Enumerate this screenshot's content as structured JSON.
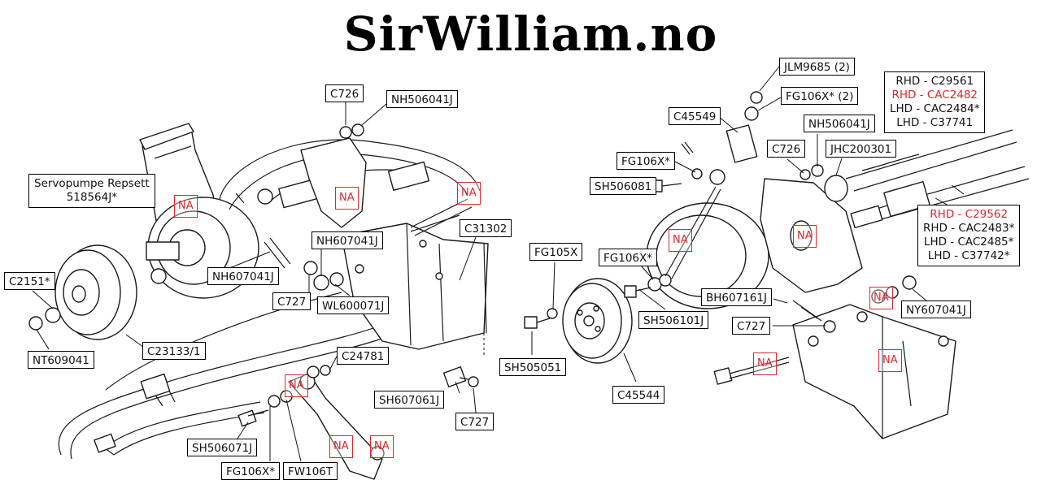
{
  "header": {
    "site_title": "SirWilliam.no"
  },
  "left_labels": {
    "servo": [
      "Servopumpe Repsett",
      "518564J*"
    ],
    "c726": "C726",
    "nh506041j": "NH506041J",
    "c2151": "C2151*",
    "nt609041": "NT609041",
    "c23133": "C23133/1",
    "nh607041j_a": "NH607041J",
    "nh607041j_b": "NH607041J",
    "c727_a": "C727",
    "wl600071j": "WL600071J",
    "c31302": "C31302",
    "c24781": "C24781",
    "sh506071j": "SH506071J",
    "fg106x_a": "FG106X*",
    "fw106t": "FW106T",
    "sh607061j": "SH607061J",
    "c727_b": "C727"
  },
  "right_labels": {
    "jlm9685": "JLM9685 (2)",
    "fg106x_b": "FG106X* (2)",
    "c45549": "C45549",
    "nh506041j_b": "NH506041J",
    "c726_b": "C726",
    "jhc200301": "JHC200301",
    "fg106x_c": "FG106X*",
    "sh506081": "SH506081",
    "fg105x": "FG105X",
    "fg106x_d": "FG106X*",
    "sh506101j": "SH506101J",
    "bh607161j": "BH607161J",
    "c727_c": "C727",
    "ny607041j": "NY607041J",
    "sh505051": "SH505051",
    "c45544": "C45544",
    "hose_top": [
      {
        "text": "RHD - C29561",
        "red": false
      },
      {
        "text": "RHD - CAC2482",
        "red": true
      },
      {
        "text": "LHD - CAC2484*",
        "red": false
      },
      {
        "text": "LHD - C37741",
        "red": false
      }
    ],
    "hose_bottom": [
      {
        "text": "RHD - C29562",
        "red": true
      },
      {
        "text": "RHD - CAC2483*",
        "red": false
      },
      {
        "text": "LHD - CAC2485*",
        "red": false
      },
      {
        "text": "LHD - C37742*",
        "red": false
      }
    ]
  },
  "na_marks": {
    "label": "NA",
    "items": [
      "na-1",
      "na-2",
      "na-3",
      "na-4",
      "na-5",
      "na-6",
      "na-7",
      "na-8",
      "na-9",
      "na-10",
      "na-11",
      "na-12"
    ]
  }
}
